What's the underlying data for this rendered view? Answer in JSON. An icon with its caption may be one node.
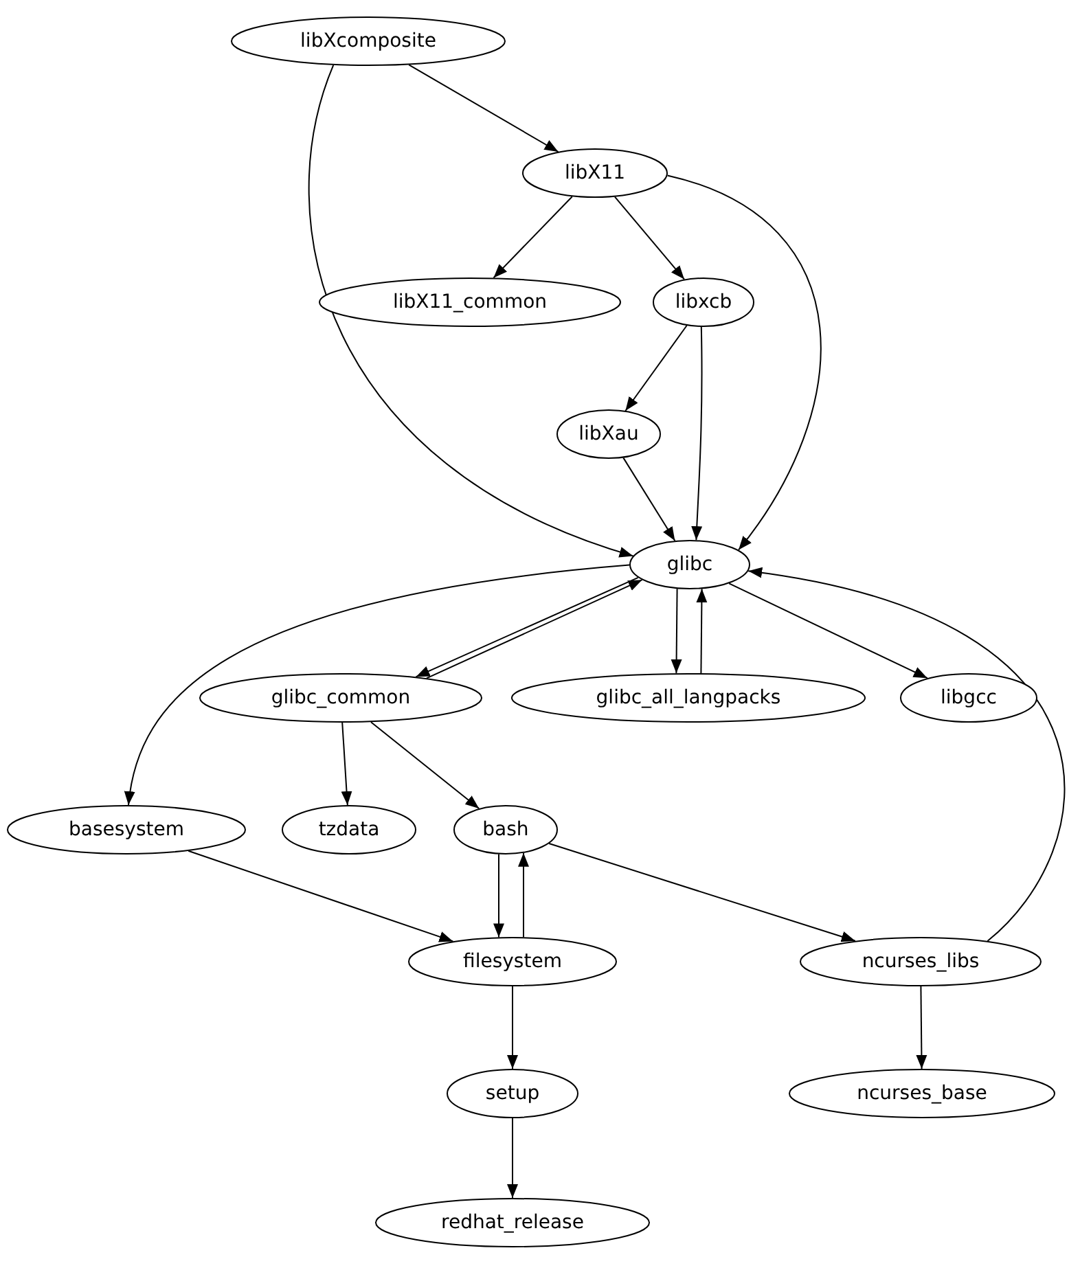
{
  "diagram": {
    "nodes": [
      {
        "text": [
          "libXcomposite"
        ]
      },
      {
        "text": [
          "libX11"
        ]
      },
      {
        "text": [
          "libX11_common"
        ]
      },
      {
        "text": [
          "libxcb"
        ]
      },
      {
        "text": [
          "libXau"
        ]
      },
      {
        "text": [
          "glibc"
        ]
      },
      {
        "text": [
          "glibc_common"
        ]
      },
      {
        "text": [
          "glibc_all_langpacks"
        ]
      },
      {
        "text": [
          "libgcc"
        ]
      },
      {
        "text": [
          "basesystem"
        ]
      },
      {
        "text": [
          "tzdata"
        ]
      },
      {
        "text": [
          "bash"
        ]
      },
      {
        "text": [
          "filesystem"
        ]
      },
      {
        "text": [
          "ncurses_libs"
        ]
      },
      {
        "text": [
          "setup"
        ]
      },
      {
        "text": [
          "ncurses_base"
        ]
      },
      {
        "text": [
          "redhat_release"
        ]
      }
    ],
    "edges": [
      {
        "from": 0,
        "to": 1,
        "arrow": "to"
      },
      {
        "from": 0,
        "to": 5,
        "arrow": "to"
      },
      {
        "from": 1,
        "to": 2,
        "arrow": "to"
      },
      {
        "from": 1,
        "to": 3,
        "arrow": "to"
      },
      {
        "from": 1,
        "to": 5,
        "arrow": "to"
      },
      {
        "from": 3,
        "to": 4,
        "arrow": "to"
      },
      {
        "from": 3,
        "to": 5,
        "arrow": "to"
      },
      {
        "from": 4,
        "to": 5,
        "arrow": "to"
      },
      {
        "from": 5,
        "to": 6,
        "arrow": "to"
      },
      {
        "from": 6,
        "to": 5,
        "arrow": "to"
      },
      {
        "from": 5,
        "to": 7,
        "arrow": "to"
      },
      {
        "from": 7,
        "to": 5,
        "arrow": "to"
      },
      {
        "from": 5,
        "to": 8,
        "arrow": "to"
      },
      {
        "from": 5,
        "to": 9,
        "arrow": "to"
      },
      {
        "from": 6,
        "to": 10,
        "arrow": "to"
      },
      {
        "from": 6,
        "to": 11,
        "arrow": "to"
      },
      {
        "from": 11,
        "to": 12,
        "arrow": "to"
      },
      {
        "from": 12,
        "to": 11,
        "arrow": "to"
      },
      {
        "from": 11,
        "to": 13,
        "arrow": "to"
      },
      {
        "from": 13,
        "to": 5,
        "arrow": "to"
      },
      {
        "from": 9,
        "to": 12,
        "arrow": "to"
      },
      {
        "from": 12,
        "to": 14,
        "arrow": "to"
      },
      {
        "from": 13,
        "to": 15,
        "arrow": "to"
      },
      {
        "from": 14,
        "to": 16,
        "arrow": "to"
      }
    ]
  }
}
